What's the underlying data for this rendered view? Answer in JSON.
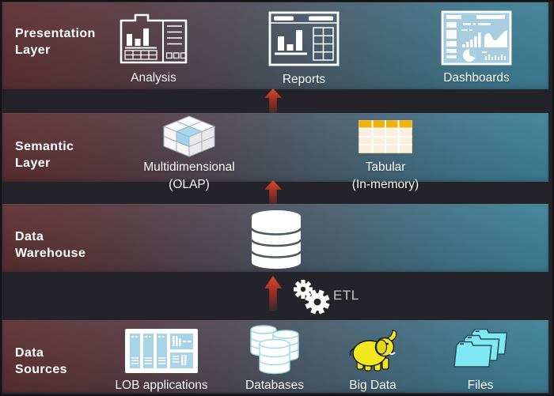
{
  "diagram": {
    "layers": [
      {
        "title_line1": "Presentation",
        "title_line2": "Layer",
        "items": [
          {
            "label": "Analysis",
            "icon": "analysis-window-icon"
          },
          {
            "label": "Reports",
            "icon": "reports-window-icon"
          },
          {
            "label": "Dashboards",
            "icon": "dashboards-window-icon"
          }
        ]
      },
      {
        "title_line1": "Semantic",
        "title_line2": "Layer",
        "items": [
          {
            "label": "Multidimensional",
            "sublabel": "(OLAP)",
            "icon": "olap-cube-icon"
          },
          {
            "label": "Tabular",
            "sublabel": "(In-memory)",
            "icon": "tabular-table-icon"
          }
        ]
      },
      {
        "title_line1": "Data",
        "title_line2": "Warehouse",
        "items": [
          {
            "icon": "database-cylinder-icon"
          }
        ]
      },
      {
        "title_line1": "Data",
        "title_line2": "Sources",
        "items": [
          {
            "label": "LOB applications",
            "icon": "lob-applications-icon"
          },
          {
            "label": "Databases",
            "icon": "databases-stack-icon"
          },
          {
            "label": "Big Data",
            "icon": "hadoop-elephant-icon"
          },
          {
            "label": "Files",
            "icon": "files-folders-icon"
          }
        ]
      }
    ],
    "etl": {
      "label": "ETL",
      "icon": "gears-icon"
    },
    "arrows": {
      "direction": "up",
      "count": 3
    },
    "colors": {
      "band_gradient_left": "#5e3031",
      "band_gradient_mid": "#4f4b56",
      "band_gradient_right": "#3f8399",
      "background": "#242329",
      "arrow_red": "#b23827",
      "cube_highlight_blue": "#a6d9ee",
      "table_header_yellow": "#f3b208",
      "table_body_cream": "#f8efdc",
      "lob_panel_blue": "#a9d3e6",
      "folder_cyan": "#7ee9f5",
      "elephant_yellow": "#f2e81f",
      "dashboard_fill_blue": "#a8cde0",
      "text_white": "#ffffff",
      "etl_text_gray": "#c9c9c9"
    }
  }
}
